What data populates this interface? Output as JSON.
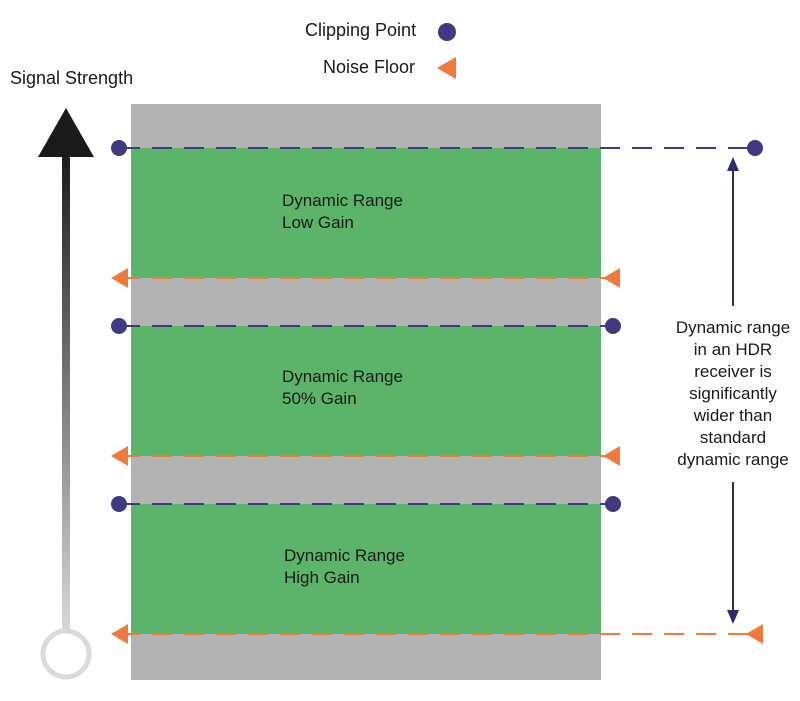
{
  "legend": {
    "clipping_point": "Clipping Point",
    "noise_floor": "Noise Floor"
  },
  "axis": {
    "label": "Signal Strength"
  },
  "ranges": [
    {
      "line1": "Dynamic Range",
      "line2": "Low Gain"
    },
    {
      "line1": "Dynamic Range",
      "line2": "50% Gain"
    },
    {
      "line1": "Dynamic Range",
      "line2": "High Gain"
    }
  ],
  "annotation": {
    "lines": [
      "Dynamic range",
      "in an HDR",
      "receiver is",
      "significantly",
      "wider than",
      "standard",
      "dynamic range"
    ]
  },
  "colors": {
    "clipping_marker": "#3f3a82",
    "noise_marker": "#f07a3c",
    "range_fill": "#5cb36a",
    "band_fill": "#b3b3b3",
    "arrow": "#2a2a6e"
  },
  "icons": {
    "clipping": "filled-circle",
    "noise": "left-pointing-triangle"
  }
}
